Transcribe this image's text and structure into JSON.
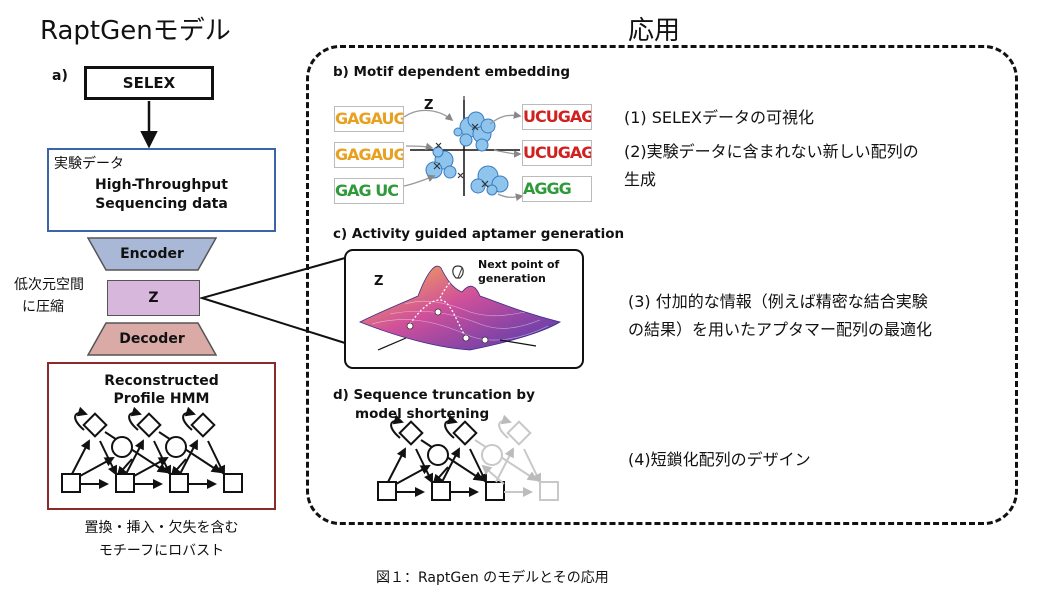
{
  "titles": {
    "left": "RaptGenモデル",
    "right": "応用"
  },
  "panel_a": {
    "label": "a)",
    "selex": "SELEX",
    "exp_jp": "実験データ",
    "exp_en1": "High-Throughput",
    "exp_en2": "Sequencing data",
    "encoder": "Encoder",
    "z": "Z",
    "decoder": "Decoder",
    "compress1": "低次元空間",
    "compress2": "に圧縮",
    "recon1": "Reconstructed",
    "recon2": "Profile HMM",
    "robust1": "置換・挿入・欠失を含む",
    "robust2": "モチーフにロバスト"
  },
  "panel_b": {
    "label": "b) Motif dependent embedding",
    "axis": "Z",
    "motif_left": [
      "GAGAUGU",
      "GAGAUGU",
      "GAG UC"
    ],
    "motif_right": [
      "UCUGAG",
      "UCUGAG",
      "AGGG UC"
    ],
    "text1": "(1) SELEXデータの可視化",
    "text2a": "(2)実験データに含まれない新しい配列の",
    "text2b": "生成"
  },
  "panel_c": {
    "label": "c) Activity guided aptamer generation",
    "axis": "Z",
    "next1": "Next point of",
    "next2": "generation",
    "text3a": "(3) 付加的な情報（例えば精密な結合実験",
    "text3b": "の結果）を用いたアプタマー配列の最適化"
  },
  "panel_d": {
    "label1": "d) Sequence truncation by",
    "label2": "model shortening",
    "text4": "(4)短鎖化配列のデザイン"
  },
  "caption": "図１：RaptGen のモデルとその応用",
  "colors": {
    "exp_border": "#3a65a8",
    "recon_border": "#8b2a2a",
    "encoder": "#a9b8d6",
    "z": "#d8b7dc",
    "decoder": "#d9aaa6",
    "bubble": "#8fc4ec"
  }
}
